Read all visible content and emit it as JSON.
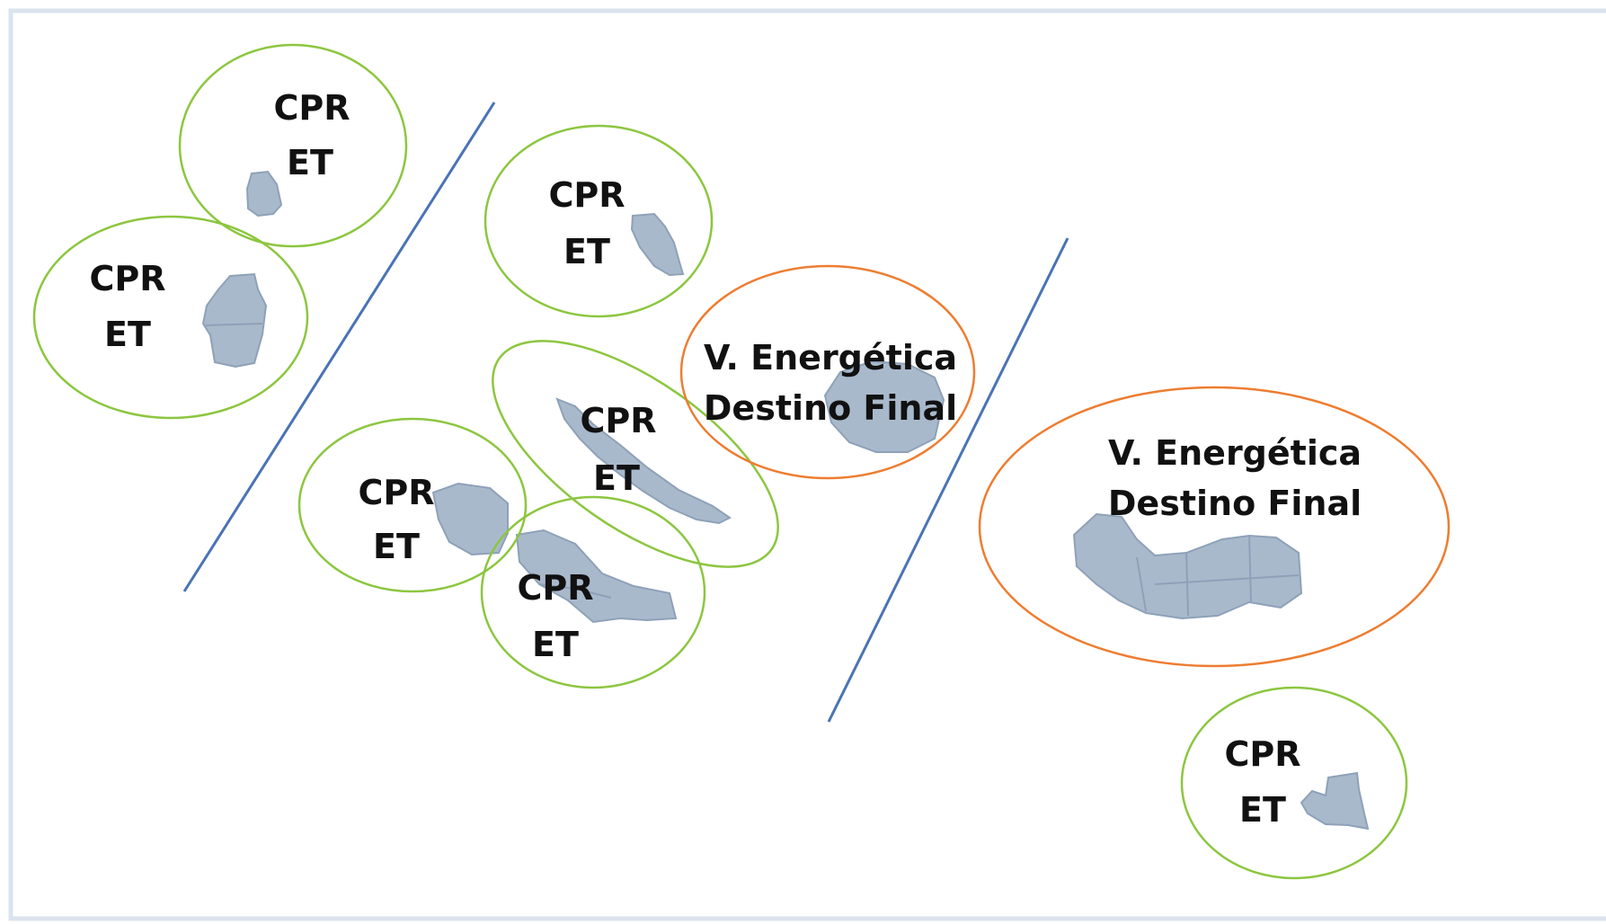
{
  "colors": {
    "frame": "#dbe3ee",
    "divider": "#4a73b5",
    "green_ring": "#8cc63f",
    "orange_ring": "#ed7d31",
    "island_fill": "#a9b9cc",
    "island_edge": "#8ea1b8",
    "text": "#111111"
  },
  "groups": [
    {
      "id": "g1",
      "kind": "green",
      "lines": [
        "CPR",
        "ET"
      ]
    },
    {
      "id": "g2",
      "kind": "green",
      "lines": [
        "CPR",
        "ET"
      ]
    },
    {
      "id": "g3",
      "kind": "green",
      "lines": [
        "CPR",
        "ET"
      ]
    },
    {
      "id": "g4",
      "kind": "green",
      "lines": [
        "CPR",
        "ET"
      ]
    },
    {
      "id": "g5",
      "kind": "green",
      "lines": [
        "CPR",
        "ET"
      ]
    },
    {
      "id": "g6",
      "kind": "green",
      "lines": [
        "CPR",
        "ET"
      ]
    },
    {
      "id": "g7",
      "kind": "orange",
      "lines": [
        "V. Energética",
        "Destino Final"
      ]
    },
    {
      "id": "g8",
      "kind": "orange",
      "lines": [
        "V. Energética",
        "Destino Final"
      ]
    },
    {
      "id": "g9",
      "kind": "green",
      "lines": [
        "CPR",
        "ET"
      ]
    }
  ]
}
